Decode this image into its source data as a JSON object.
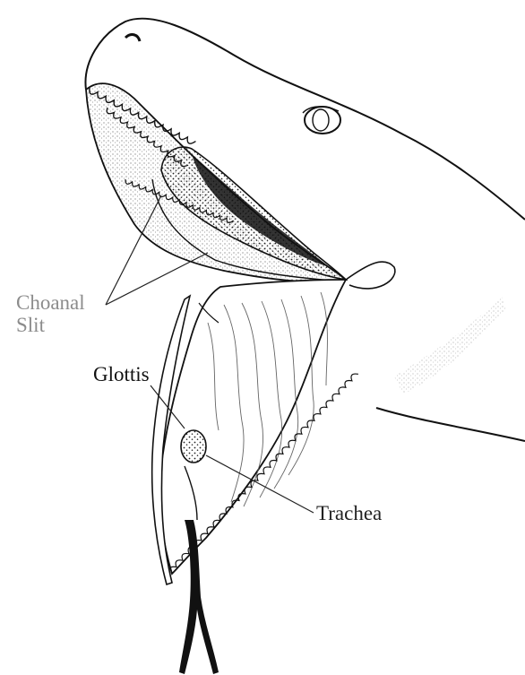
{
  "figure": {
    "labels": {
      "choanal_line1": "Choanal",
      "choanal_line2": "Slit",
      "glottis": "Glottis",
      "trachea": "Trachea"
    },
    "colors": {
      "ink": "#111111",
      "faded_label": "#8c8c8c",
      "background": "#ffffff"
    }
  }
}
